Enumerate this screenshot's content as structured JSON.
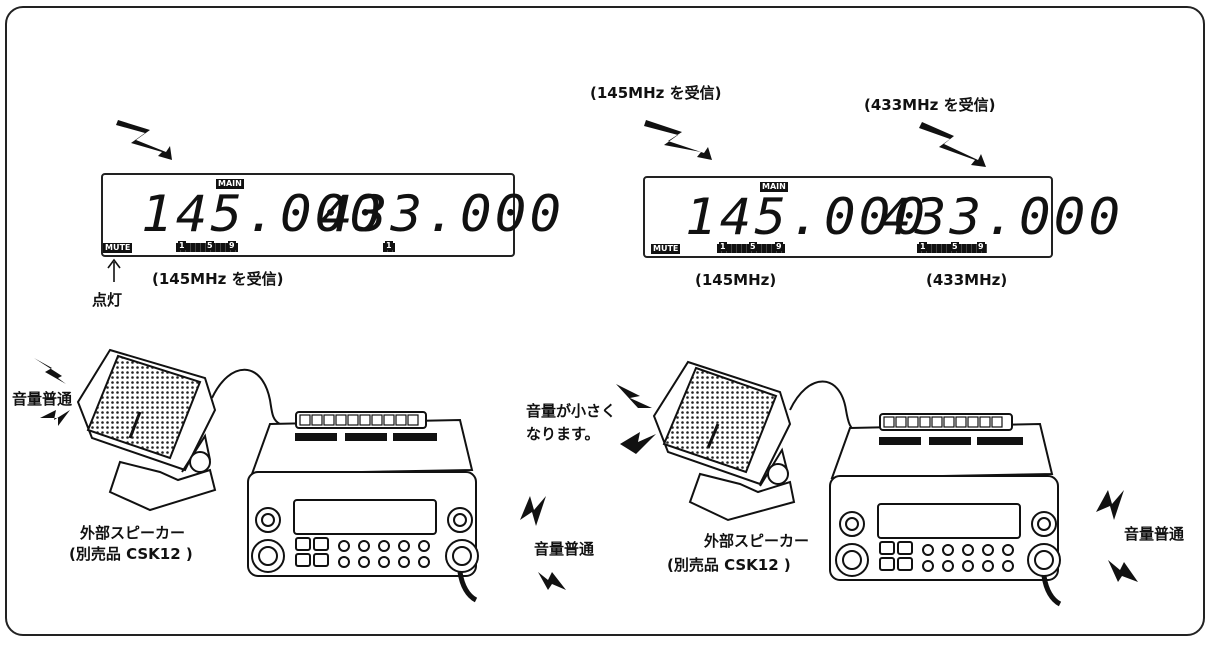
{
  "left": {
    "display": {
      "main_tag": "MAIN",
      "freq_a": "145.000",
      "freq_b": "433.000",
      "mute_tag": "MUTE",
      "meter_a": [
        "1",
        "5",
        "9"
      ],
      "meter_b": [
        "1"
      ]
    },
    "caption_below_display": "(145MHz を受信)",
    "arrow_note": "点灯",
    "speaker_left_label": "音量普通",
    "speaker_caption_1": "外部スピーカー",
    "speaker_caption_2": "(別売品 CSK12 )",
    "radio_right_label": "音量普通"
  },
  "right": {
    "top_caption_a": "(145MHz を受信)",
    "top_caption_b": "(433MHz を受信)",
    "display": {
      "main_tag": "MAIN",
      "freq_a": "145.000",
      "freq_b": "433.000",
      "mute_tag": "MUTE",
      "meter_a": [
        "1",
        "5",
        "9"
      ],
      "meter_b": [
        "1",
        "5",
        "9"
      ]
    },
    "caption_a": "(145MHz)",
    "caption_b": "(433MHz)",
    "speaker_left_label_1": "音量が小さく",
    "speaker_left_label_2": "なります。",
    "speaker_caption_1": "外部スピーカー",
    "speaker_caption_2": "(別売品 CSK12 )",
    "radio_right_label": "音量普通"
  }
}
